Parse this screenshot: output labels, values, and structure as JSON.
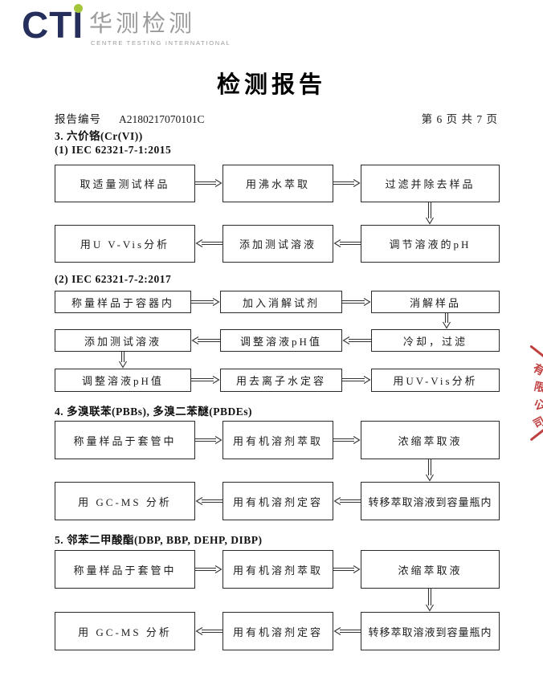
{
  "logo": {
    "cti": "CTI",
    "cn_name": "华测检测",
    "tagline": "CENTRE TESTING INTERNATIONAL"
  },
  "header": {
    "title": "检测报告",
    "report_no_label": "报告编号",
    "report_no": "A2180217070101C",
    "page_info": "第 6 页   共 7 页"
  },
  "sections": {
    "s3_heading": "3. 六价铬(Cr(VI))",
    "s3_method1": "(1) IEC 62321-7-1:2015",
    "s3_method2": "(2) IEC 62321-7-2:2017",
    "s4_heading": "4. 多溴联苯(PBBs), 多溴二苯醚(PBDEs)",
    "s5_heading": "5. 邻苯二甲酸酯(DBP, BBP, DEHP, DIBP)"
  },
  "flow1": {
    "r1": [
      "取适量测试样品",
      "用沸水萃取",
      "过滤并除去样品"
    ],
    "r2": [
      "用U V-Vis分析",
      "添加测试溶液",
      "调节溶液的pH"
    ]
  },
  "flow2": {
    "r1": [
      "称量样品于容器内",
      "加入消解试剂",
      "消解样品"
    ],
    "r2": [
      "添加测试溶液",
      "调整溶液pH值",
      "冷却，过滤"
    ],
    "r3": [
      "调整溶液pH值",
      "用去离子水定容",
      "用UV-Vis分析"
    ]
  },
  "flow3": {
    "r1": [
      "称量样品于套管中",
      "用有机溶剂萃取",
      "浓缩萃取液"
    ],
    "r2": [
      "用 GC-MS 分析",
      "用有机溶剂定容",
      "转移萃取溶液到容量瓶内"
    ]
  },
  "flow4": {
    "r1": [
      "称量样品于套管中",
      "用有机溶剂萃取",
      "浓缩萃取液"
    ],
    "r2": [
      "用 GC-MS 分析",
      "用有机溶剂定容",
      "转移萃取溶液到容量瓶内"
    ]
  },
  "stamp": {
    "chars": [
      "有",
      "限",
      "公",
      "司"
    ]
  },
  "colors": {
    "navy": "#262f5c",
    "green": "#a4c63b",
    "gray": "#9b9b9b",
    "stamp_red": "#c04040",
    "line": "#333333"
  }
}
